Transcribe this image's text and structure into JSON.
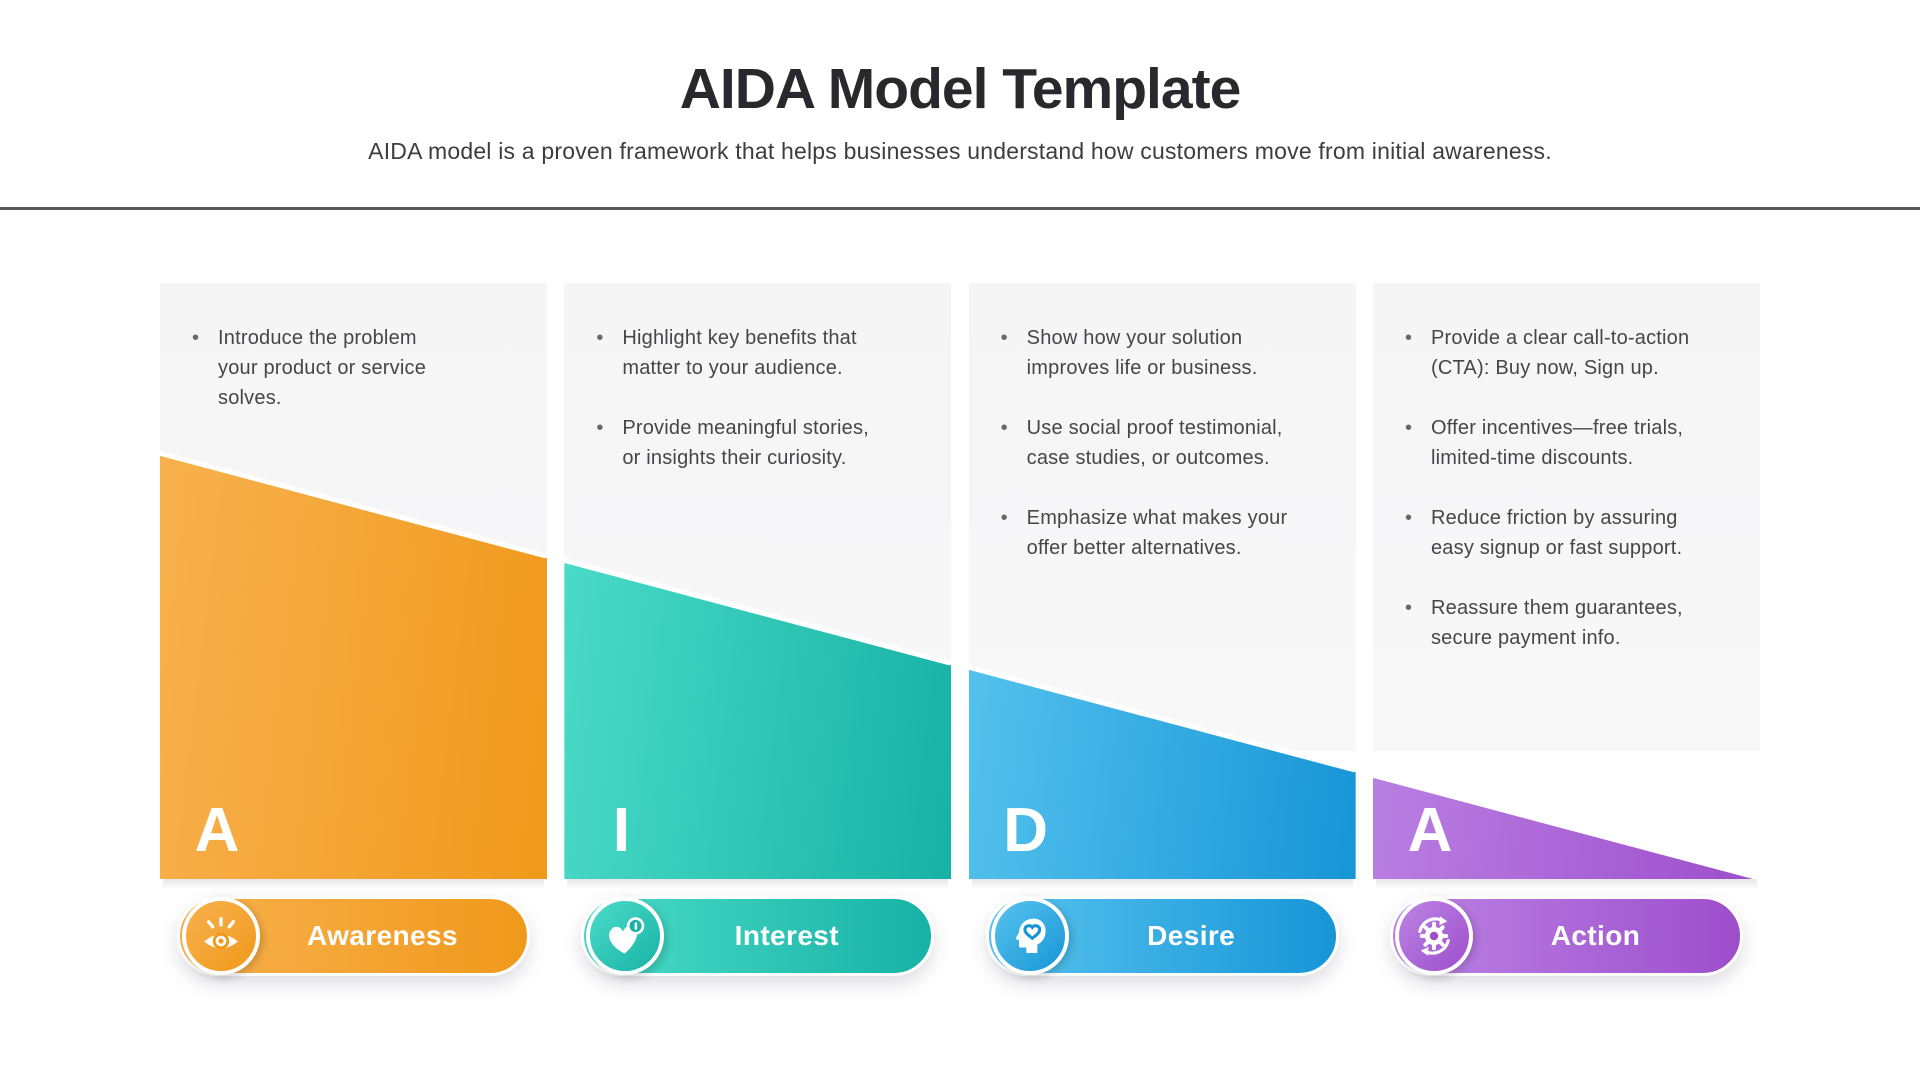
{
  "header": {
    "title": "AIDA Model Template",
    "subtitle": "AIDA model is a proven framework that helps businesses understand how customers move from initial awareness."
  },
  "stages": [
    {
      "letter": "A",
      "label": "Awareness",
      "icon": "eye-awareness-icon",
      "color_light": "#F8B14E",
      "color_dark": "#F0991B",
      "bullets": [
        "Introduce the problem\nyour product or service\nsolves."
      ]
    },
    {
      "letter": "I",
      "label": "Interest",
      "icon": "heart-notification-icon",
      "color_light": "#4CDCC8",
      "color_dark": "#17B2A6",
      "bullets": [
        "Highlight key benefits that\nmatter to your audience.",
        "Provide meaningful stories,\nor insights their curiosity."
      ]
    },
    {
      "letter": "D",
      "label": "Desire",
      "icon": "head-heart-icon",
      "color_light": "#58C4EF",
      "color_dark": "#1795D6",
      "bullets": [
        "Show how your solution\nimproves life or business.",
        "Use social proof testimonial,\ncase studies, or outcomes.",
        "Emphasize what makes your\noffer better alternatives."
      ]
    },
    {
      "letter": "A",
      "label": "Action",
      "icon": "gear-refresh-icon",
      "color_light": "#BC84E5",
      "color_dark": "#9D4ECB",
      "bullets": [
        "Provide a clear call-to-action\n(CTA): Buy now, Sign up.",
        "Offer incentives—free trials,\nlimited-time discounts.",
        "Reduce friction by assuring\neasy signup or fast support.",
        "Reassure them guarantees,\nsecure payment info."
      ]
    }
  ]
}
